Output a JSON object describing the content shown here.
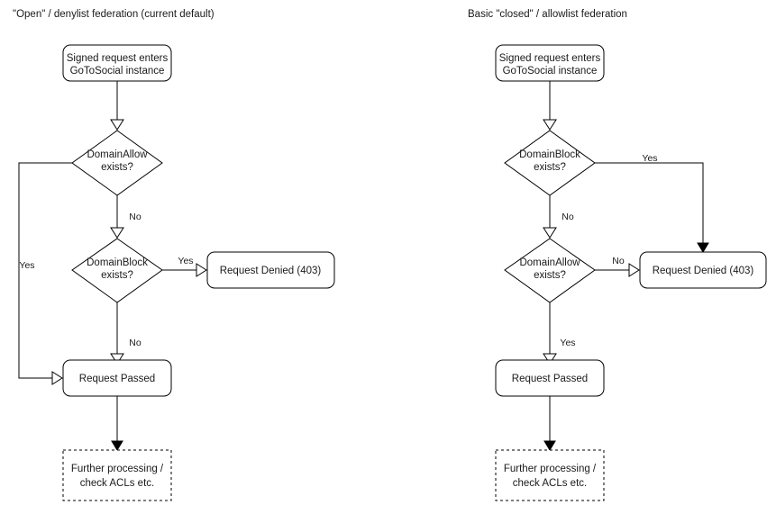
{
  "diagram": {
    "title_left": "\"Open\" / denylist federation (current default)",
    "title_right": "Basic \"closed\" / allowlist federation",
    "panels": [
      {
        "id": "left",
        "title": "\"Open\" / denylist federation (current default)",
        "nodes": [
          {
            "id": "l-start",
            "type": "rounded-rect",
            "line1": "Signed request enters",
            "line2": "GoToSocial instance"
          },
          {
            "id": "l-allow",
            "type": "diamond",
            "line1": "DomainAllow",
            "line2": "exists?"
          },
          {
            "id": "l-block",
            "type": "diamond",
            "line1": "DomainBlock",
            "line2": "exists?"
          },
          {
            "id": "l-denied",
            "type": "rounded-rect",
            "line1": "Request Denied (403)",
            "line2": ""
          },
          {
            "id": "l-passed",
            "type": "rounded-rect",
            "line1": "Request Passed",
            "line2": ""
          },
          {
            "id": "l-further",
            "type": "dashed-rect",
            "line1": "Further processing /",
            "line2": "check ACLs etc."
          }
        ],
        "edges": [
          {
            "from": "l-start",
            "to": "l-allow",
            "label": ""
          },
          {
            "from": "l-allow",
            "to": "l-passed",
            "label": "Yes"
          },
          {
            "from": "l-allow",
            "to": "l-block",
            "label": "No"
          },
          {
            "from": "l-block",
            "to": "l-denied",
            "label": "Yes"
          },
          {
            "from": "l-block",
            "to": "l-passed",
            "label": "No"
          },
          {
            "from": "l-passed",
            "to": "l-further",
            "label": ""
          }
        ]
      },
      {
        "id": "right",
        "title": "Basic \"closed\" / allowlist federation",
        "nodes": [
          {
            "id": "r-start",
            "type": "rounded-rect",
            "line1": "Signed request enters",
            "line2": "GoToSocial instance"
          },
          {
            "id": "r-block",
            "type": "diamond",
            "line1": "DomainBlock",
            "line2": "exists?"
          },
          {
            "id": "r-allow",
            "type": "diamond",
            "line1": "DomainAllow",
            "line2": "exists?"
          },
          {
            "id": "r-denied",
            "type": "rounded-rect",
            "line1": "Request Denied (403)",
            "line2": ""
          },
          {
            "id": "r-passed",
            "type": "rounded-rect",
            "line1": "Request Passed",
            "line2": ""
          },
          {
            "id": "r-further",
            "type": "dashed-rect",
            "line1": "Further processing /",
            "line2": "check ACLs etc."
          }
        ],
        "edges": [
          {
            "from": "r-start",
            "to": "r-block",
            "label": ""
          },
          {
            "from": "r-block",
            "to": "r-denied",
            "label": "Yes"
          },
          {
            "from": "r-block",
            "to": "r-allow",
            "label": "No"
          },
          {
            "from": "r-allow",
            "to": "r-denied",
            "label": "No"
          },
          {
            "from": "r-allow",
            "to": "r-passed",
            "label": "Yes"
          },
          {
            "from": "r-passed",
            "to": "r-further",
            "label": ""
          }
        ]
      }
    ],
    "colors": {
      "background": "#ffffff",
      "stroke": "#000000",
      "text": "#1a1a1a"
    }
  }
}
